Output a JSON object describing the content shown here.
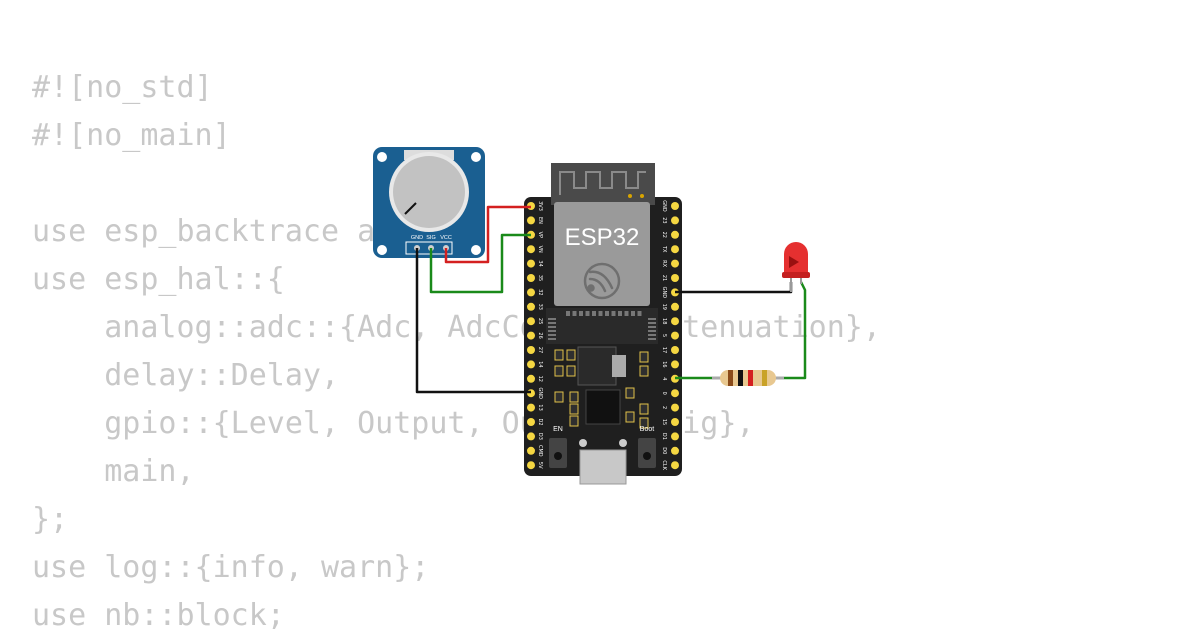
{
  "code_lines": [
    "#![no_std]",
    "#![no_main]",
    "",
    "use esp_backtrace as _;",
    "use esp_hal::{",
    "    analog::adc::{Adc, AdcConfig, Attenuation},",
    "    delay::Delay,",
    "    gpio::{Level, Output, OutputConfig},",
    "    main,",
    "};",
    "use log::{info, warn};",
    "use nb::block;"
  ],
  "board": {
    "label": "ESP32",
    "en_label": "EN",
    "boot_label": "Boot",
    "left_pins": [
      "3V3",
      "EN",
      "VP",
      "VN",
      "34",
      "35",
      "32",
      "33",
      "25",
      "26",
      "27",
      "14",
      "12",
      "GND",
      "13",
      "D2",
      "D3",
      "CMD",
      "5V"
    ],
    "right_pins": [
      "GND",
      "23",
      "22",
      "TX",
      "RX",
      "21",
      "GND",
      "19",
      "18",
      "5",
      "17",
      "16",
      "4",
      "0",
      "2",
      "15",
      "D1",
      "D0",
      "CLK"
    ]
  },
  "potentiometer": {
    "pin_labels": [
      "GND",
      "SIG",
      "VCC"
    ]
  },
  "colors": {
    "board": "#1f1f1f",
    "module": "#9a9a9a",
    "pin": "#f5d742",
    "pot_pcb": "#1a5f91",
    "wire_red": "#d42020",
    "wire_green": "#1a8a1a",
    "wire_black": "#111111",
    "led": "#e53030"
  }
}
